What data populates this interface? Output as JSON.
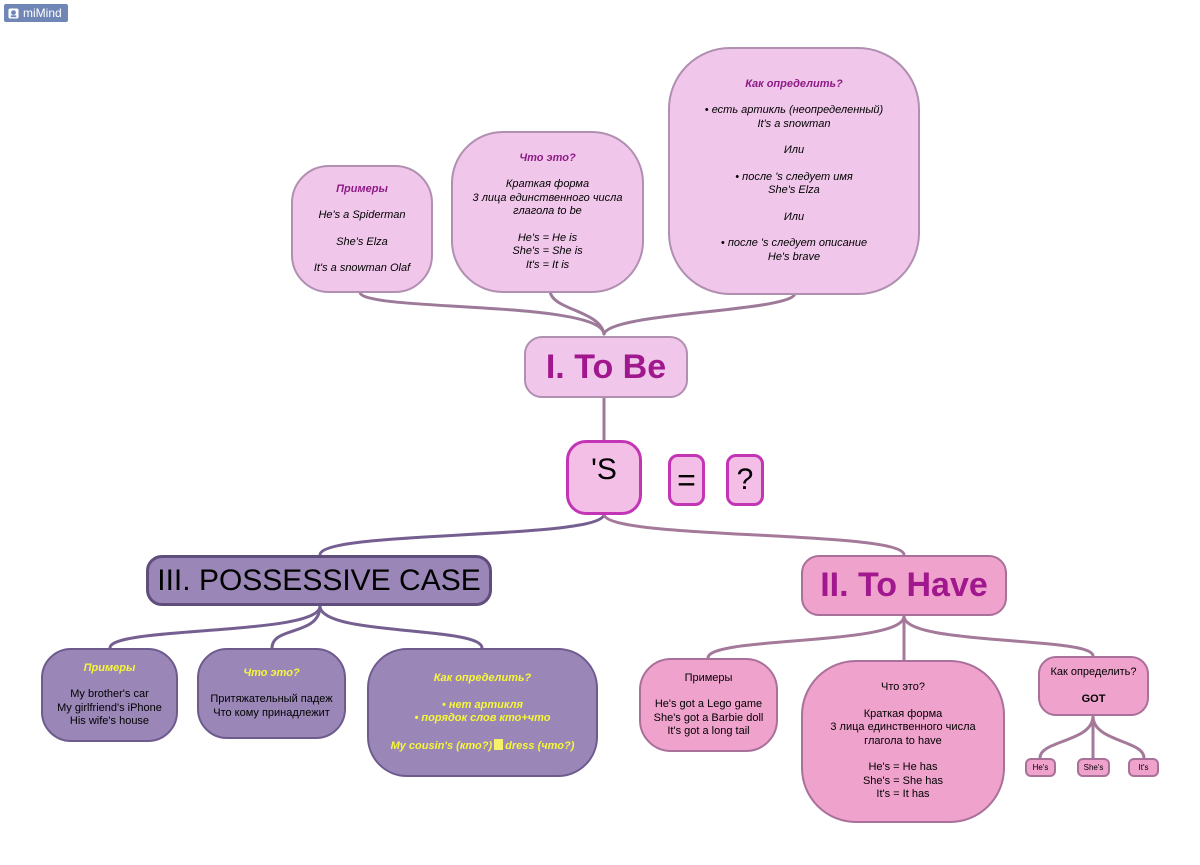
{
  "watermark": {
    "label": "miMind"
  },
  "center": {
    "label": "'S"
  },
  "equals": {
    "label": "="
  },
  "question": {
    "label": "?"
  },
  "to_be": {
    "title": "I. To Be",
    "examples": {
      "heading": "Примеры",
      "lines": [
        "He's a Spiderman",
        "She's Elza",
        "It's a snowman Olaf"
      ]
    },
    "what": {
      "heading": "Что это?",
      "lines": [
        "Краткая форма\n3 лица единственного числа\nглагола to be",
        "He's = He is\nShe's = She is\nIt's = It is"
      ]
    },
    "how": {
      "heading": "Как определить?",
      "lines": [
        "• есть артикль (неопределенный)\nIt's a snowman",
        "Или",
        "• после 's следует имя\nShe's Elza",
        "Или",
        "• после 's следует описание\nHe's brave"
      ]
    }
  },
  "possessive": {
    "title": "III. POSSESSIVE CASE",
    "examples": {
      "heading": "Примеры",
      "lines": [
        "My brother's car\nMy girlfriend's iPhone\nHis wife's house"
      ]
    },
    "what": {
      "heading": "Что это?",
      "lines": [
        "Притяжательный падеж\nЧто кому принадлежит"
      ]
    },
    "how": {
      "heading": "Как определить?",
      "rule1": "• нет артикля",
      "rule2": "• порядок слов кто+что",
      "example_left": "My cousin's (кто?)",
      "example_right": "dress (что?)"
    }
  },
  "to_have": {
    "title": "II. To Have",
    "examples": {
      "heading": "Примеры",
      "lines": [
        "He's got a Lego game\nShe's got a Barbie doll\nIt's got a long tail"
      ]
    },
    "what": {
      "heading": "Что это?",
      "lines": [
        "Краткая форма\n3 лица единственного числа\nглагола to have",
        "He's = He has\nShe's = She has\nIt's = It has"
      ]
    },
    "how": {
      "heading": "Как определить?",
      "got": "GOT",
      "subs": [
        "He's",
        "She's",
        "It's"
      ]
    }
  }
}
